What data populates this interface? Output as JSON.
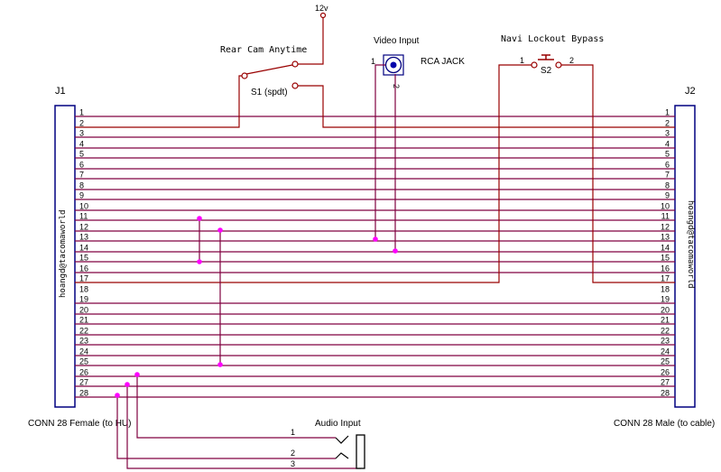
{
  "labels": {
    "j1": "J1",
    "j2": "J2",
    "j1_caption": "CONN 28 Female (to HU)",
    "j2_caption": "CONN 28 Male (to cable)",
    "j1_vertical": "hoangd@tacomaworld",
    "j2_vertical": "hoangd@tacomaworld",
    "twelve_v": "12v",
    "rear_cam": "Rear Cam Anytime",
    "s1": "S1 (spdt)",
    "video_input": "Video Input",
    "rca_jack": "RCA JACK",
    "rca_pin1": "1",
    "rca_pin2": "2",
    "navi_bypass": "Navi Lockout Bypass",
    "s2": "S2",
    "s2_pin1": "1",
    "s2_pin2": "2",
    "audio_input": "Audio Input",
    "audio_pin1": "1",
    "audio_pin2": "2",
    "audio_pin3": "3"
  },
  "pins": [
    "1",
    "2",
    "3",
    "4",
    "5",
    "6",
    "7",
    "8",
    "9",
    "10",
    "11",
    "12",
    "13",
    "14",
    "15",
    "16",
    "17",
    "18",
    "19",
    "20",
    "21",
    "22",
    "23",
    "24",
    "25",
    "26",
    "27",
    "28"
  ],
  "colors": {
    "wire": "#800040",
    "wire_feed": "#990000",
    "junction": "#ff00ff",
    "connector": "#000080",
    "rca_dot": "#0000aa",
    "text": "#000000"
  }
}
